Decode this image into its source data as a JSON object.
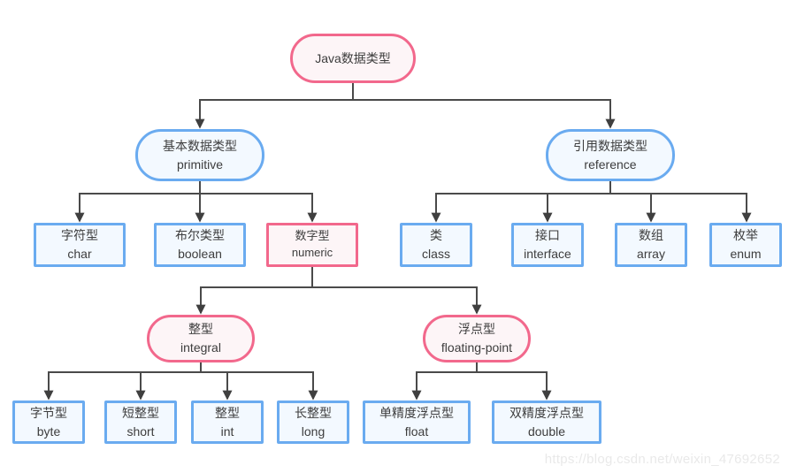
{
  "diagram_title": "Java数据类型",
  "colors": {
    "pink_border": "#f2688c",
    "pink_fill": "#fdf5f7",
    "blue_border": "#6aabf0",
    "blue_fill": "#f3f9ff",
    "line": "#4a4a4a",
    "text": "#3d3d3d"
  },
  "nodes": {
    "root": {
      "zh": "Java数据类型"
    },
    "primitive": {
      "zh": "基本数据类型",
      "en": "primitive"
    },
    "reference": {
      "zh": "引用数据类型",
      "en": "reference"
    },
    "char": {
      "zh": "字符型",
      "en": "char"
    },
    "boolean": {
      "zh": "布尔类型",
      "en": "boolean"
    },
    "numeric": {
      "zh": "数字型",
      "en": "numeric"
    },
    "class": {
      "zh": "类",
      "en": "class"
    },
    "interface": {
      "zh": "接口",
      "en": "interface"
    },
    "array": {
      "zh": "数组",
      "en": "array"
    },
    "enum": {
      "zh": "枚举",
      "en": "enum"
    },
    "integral": {
      "zh": "整型",
      "en": "integral"
    },
    "floating_point": {
      "zh": "浮点型",
      "en": "floating-point"
    },
    "byte": {
      "zh": "字节型",
      "en": "byte"
    },
    "short": {
      "zh": "短整型",
      "en": "short"
    },
    "int": {
      "zh": "整型",
      "en": "int"
    },
    "long": {
      "zh": "长整型",
      "en": "long"
    },
    "float": {
      "zh": "单精度浮点型",
      "en": "float"
    },
    "double": {
      "zh": "双精度浮点型",
      "en": "double"
    }
  },
  "watermark": "https://blog.csdn.net/weixin_47692652"
}
